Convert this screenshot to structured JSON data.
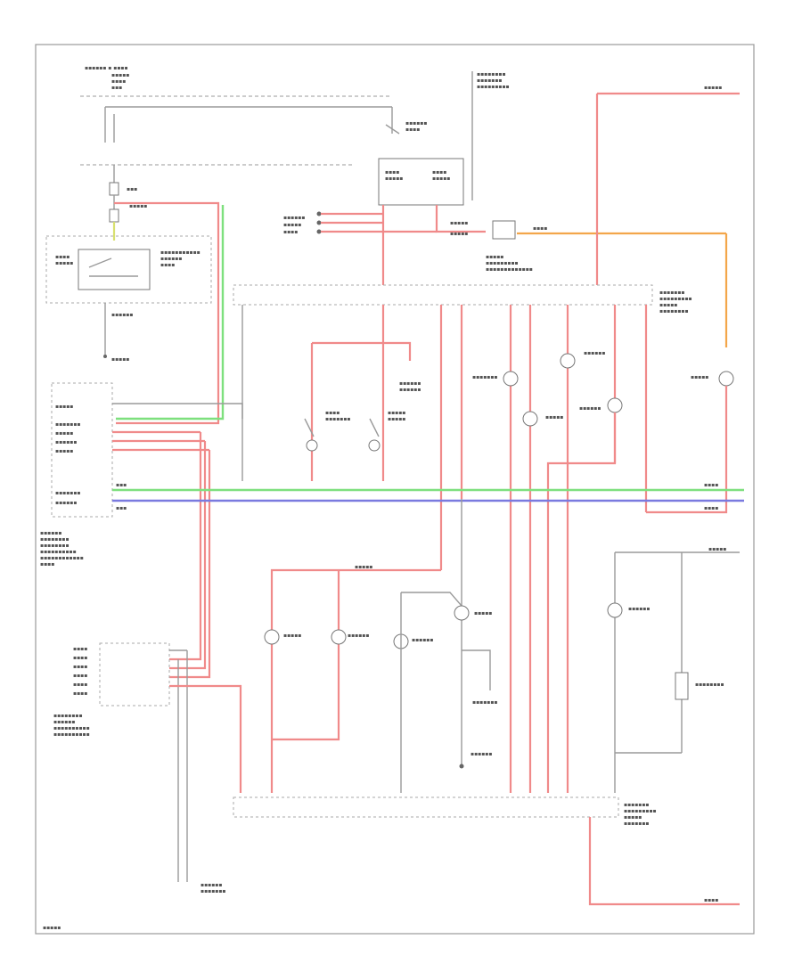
{
  "diagram": {
    "title": "",
    "page_code": "",
    "colors": {
      "red_wire": "#f08a8a",
      "orange_wire": "#f3a64a",
      "green_wire": "#7ee07e",
      "blue_wire": "#7a7adf",
      "yellow_wire": "#d8e070",
      "ground_wire": "#9a9a9a"
    },
    "components": [
      "fuse-box-header",
      "combination-meter-fuse",
      "ignition-relay",
      "main-power-relay",
      "seat-belt-switch",
      "parking-brake-switch",
      "door-switch",
      "brake-fluid-switch",
      "combination-meter-connector",
      "oil-pressure-switch",
      "indicator-lamps",
      "transmission-control-module",
      "ground-points"
    ],
    "note": ""
  }
}
